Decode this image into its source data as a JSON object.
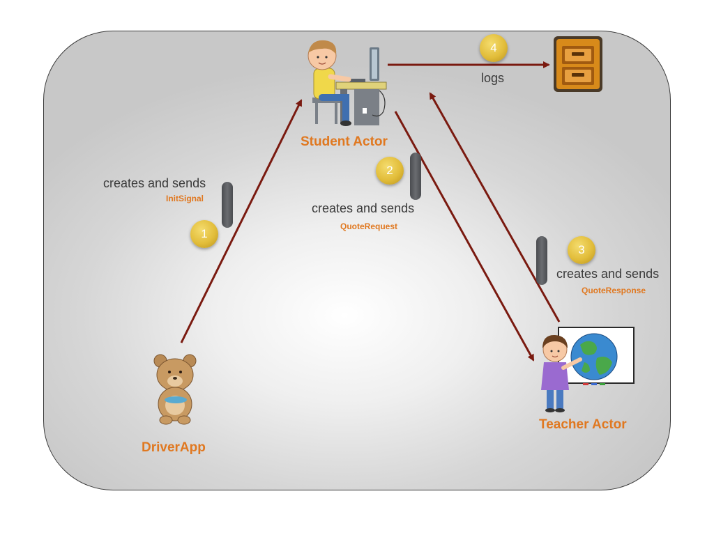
{
  "actors": {
    "student": {
      "label": "Student Actor",
      "icon": "student-at-computer-icon"
    },
    "teacher": {
      "label": "Teacher Actor",
      "icon": "teacher-at-globe-icon"
    },
    "driver": {
      "label": "DriverApp",
      "icon": "teddy-bear-icon"
    },
    "logs_store": {
      "icon": "file-cabinet-icon"
    }
  },
  "messages": [
    {
      "step": "1",
      "action": "creates and sends",
      "name": "InitSignal"
    },
    {
      "step": "2",
      "action": "creates and sends",
      "name": "QuoteRequest"
    },
    {
      "step": "3",
      "action": "creates and sends",
      "name": "QuoteResponse"
    },
    {
      "step": "4",
      "action": "logs"
    }
  ],
  "colors": {
    "accent": "#e07820",
    "arrow": "#7a1a10",
    "badge": "#e2bd3a",
    "text": "#3a3a3a"
  }
}
